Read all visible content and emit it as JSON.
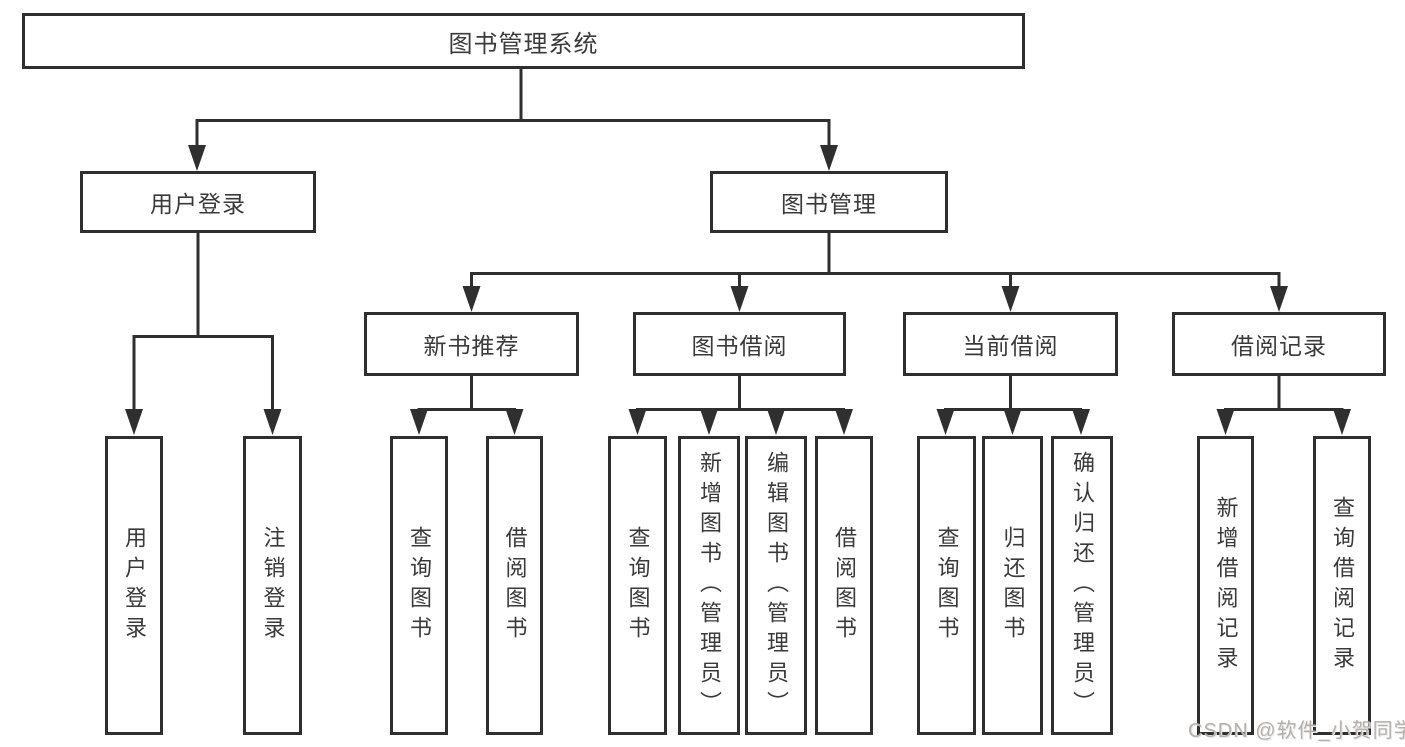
{
  "tree": {
    "label": "图书管理系统",
    "children": [
      {
        "label": "用户登录",
        "children": [
          {
            "label": "用户登录"
          },
          {
            "label": "注销登录"
          }
        ]
      },
      {
        "label": "图书管理",
        "children": [
          {
            "label": "新书推荐",
            "children": [
              {
                "label": "查询图书"
              },
              {
                "label": "借阅图书"
              }
            ]
          },
          {
            "label": "图书借阅",
            "children": [
              {
                "label": "查询图书"
              },
              {
                "label": "新增图书（管理员）"
              },
              {
                "label": "编辑图书（管理员）"
              },
              {
                "label": "借阅图书"
              }
            ]
          },
          {
            "label": "当前借阅",
            "children": [
              {
                "label": "查询图书"
              },
              {
                "label": "归还图书"
              },
              {
                "label": "确认归还（管理员）"
              }
            ]
          },
          {
            "label": "借阅记录",
            "children": [
              {
                "label": "新增借阅记录"
              },
              {
                "label": "查询借阅记录"
              }
            ]
          }
        ]
      }
    ]
  },
  "watermark": {
    "text": "CSDN @软件_小贺同学"
  },
  "colors": {
    "line": "#2f2f2f",
    "text": "#3a3a3a",
    "watermark": "#b3b0ad",
    "background": "#ffffff"
  }
}
